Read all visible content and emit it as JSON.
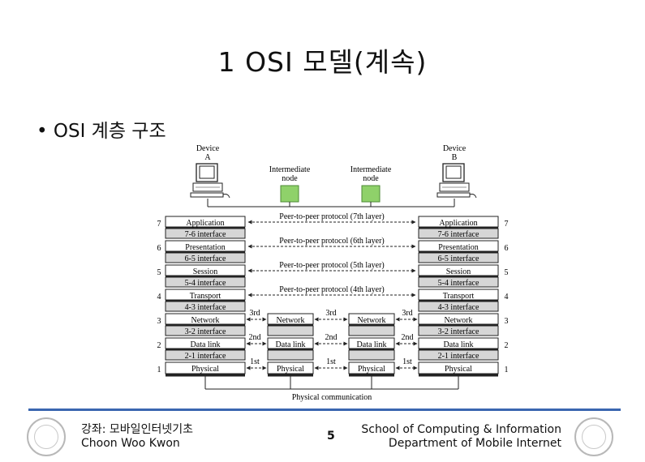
{
  "slide": {
    "title": "1 OSI 모델(계속)",
    "bullet": "• OSI 계층 구조"
  },
  "diagram": {
    "devices": [
      {
        "line1": "Device",
        "line2": "A"
      },
      {
        "line1": "Device",
        "line2": "B"
      }
    ],
    "intermediate_nodes": [
      {
        "line1": "Intermediate",
        "line2": "node"
      },
      {
        "line1": "Intermediate",
        "line2": "node"
      }
    ],
    "layers": [
      {
        "num": "7",
        "name": "Application"
      },
      {
        "num": "6",
        "name": "Presentation"
      },
      {
        "num": "5",
        "name": "Session"
      },
      {
        "num": "4",
        "name": "Transport"
      },
      {
        "num": "3",
        "name": "Network"
      },
      {
        "num": "2",
        "name": "Data link"
      },
      {
        "num": "1",
        "name": "Physical"
      }
    ],
    "interfaces": [
      "7-6 interface",
      "6-5 interface",
      "5-4 interface",
      "4-3 interface",
      "3-2 interface",
      "2-1 interface"
    ],
    "peer_protocols": [
      "Peer-to-peer protocol (7th layer)",
      "Peer-to-peer protocol (6th layer)",
      "Peer-to-peer protocol (5th layer)",
      "Peer-to-peer protocol (4th layer)"
    ],
    "hop_labels": [
      "3rd",
      "2nd",
      "1st"
    ],
    "physical_communication": "Physical communication",
    "colors": {
      "node": "#8fd16a",
      "box": "#ffffff",
      "interface": "#d6d6d6"
    }
  },
  "footer": {
    "left_line1": "강좌: 모바일인터넷기초",
    "left_line2": "Choon Woo Kwon",
    "page": "5",
    "right_line1": "School of Computing & Information",
    "right_line2": "Department of Mobile Internet",
    "line_color": "#3a66b0"
  }
}
